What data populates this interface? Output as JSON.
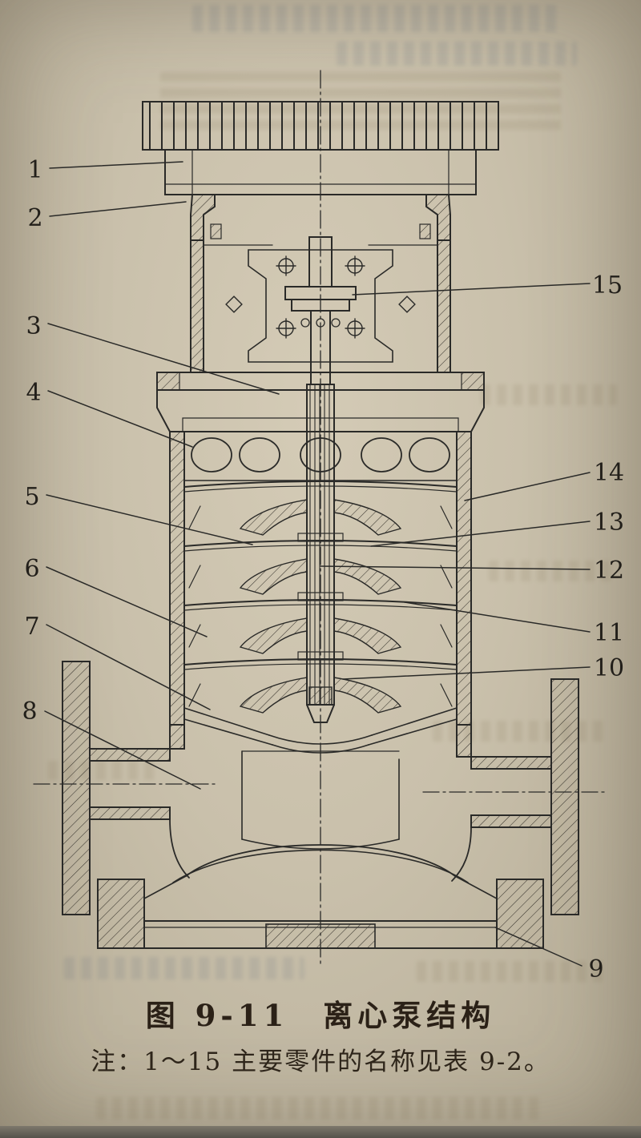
{
  "page": {
    "paper_color": "#c9c0ab",
    "ink_color": "#2a2a28"
  },
  "figure": {
    "caption": "图 9-11　离心泵结构",
    "note": "注：1～15 主要零件的名称见表 9-2。",
    "diagram_subject": "vertical-multistage-centrifugal-pump-cross-section",
    "callouts": {
      "left": [
        "1",
        "2",
        "3",
        "4",
        "5",
        "6",
        "7",
        "8"
      ],
      "right": [
        "15",
        "14",
        "13",
        "12",
        "11",
        "10",
        "9"
      ]
    }
  }
}
